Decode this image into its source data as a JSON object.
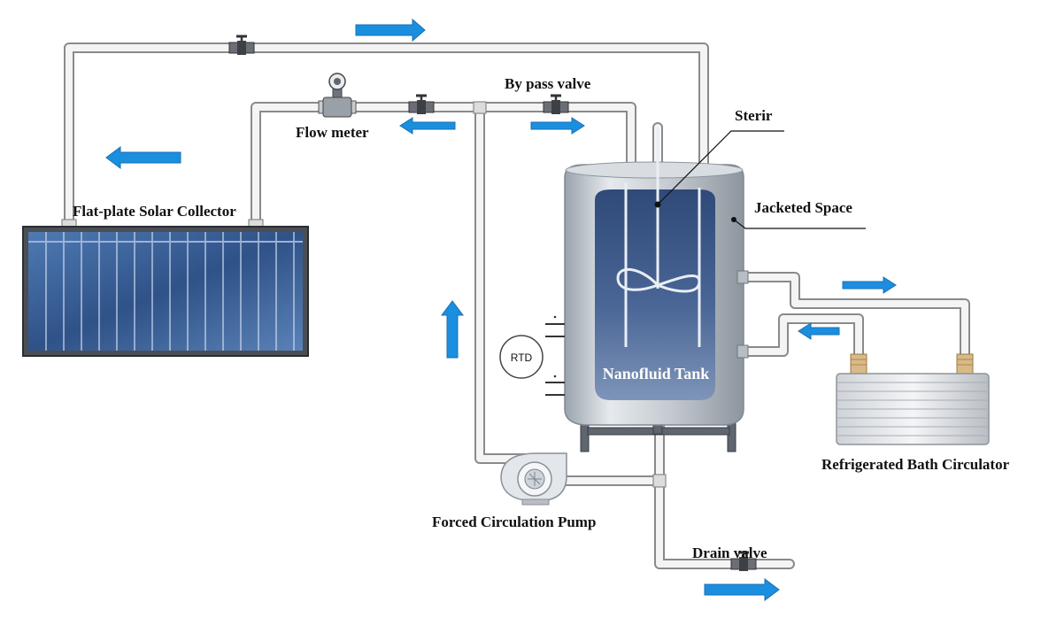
{
  "labels": {
    "bypass_valve": "By pass valve",
    "flow_meter": "Flow meter",
    "stirrer": "Sterir",
    "jacketed_space": "Jacketed Space",
    "solar_collector": "Flat-plate Solar Collector",
    "rtd": "RTD",
    "nanofluid_tank": "Nanofluid Tank",
    "refrigerated_bath": "Refrigerated Bath Circulator",
    "pump": "Forced Circulation Pump",
    "drain_valve": "Drain valve"
  },
  "colors": {
    "arrow": "#1a8fe0",
    "pipe_fill": "#f4f4f4",
    "pipe_stroke": "#8a8a8a",
    "collector_glass": "#3a5f95",
    "tank_fluid": "#3d5b8c",
    "tank_shell": "#c9cfd6"
  },
  "flow_arrows": [
    {
      "id": "top-line",
      "direction": "right"
    },
    {
      "id": "collector-return",
      "direction": "left"
    },
    {
      "id": "flowmeter-line",
      "direction": "left"
    },
    {
      "id": "bypass-line",
      "direction": "right"
    },
    {
      "id": "riser",
      "direction": "up"
    },
    {
      "id": "bath-supply",
      "direction": "right"
    },
    {
      "id": "bath-return",
      "direction": "left"
    },
    {
      "id": "drain",
      "direction": "right"
    }
  ]
}
